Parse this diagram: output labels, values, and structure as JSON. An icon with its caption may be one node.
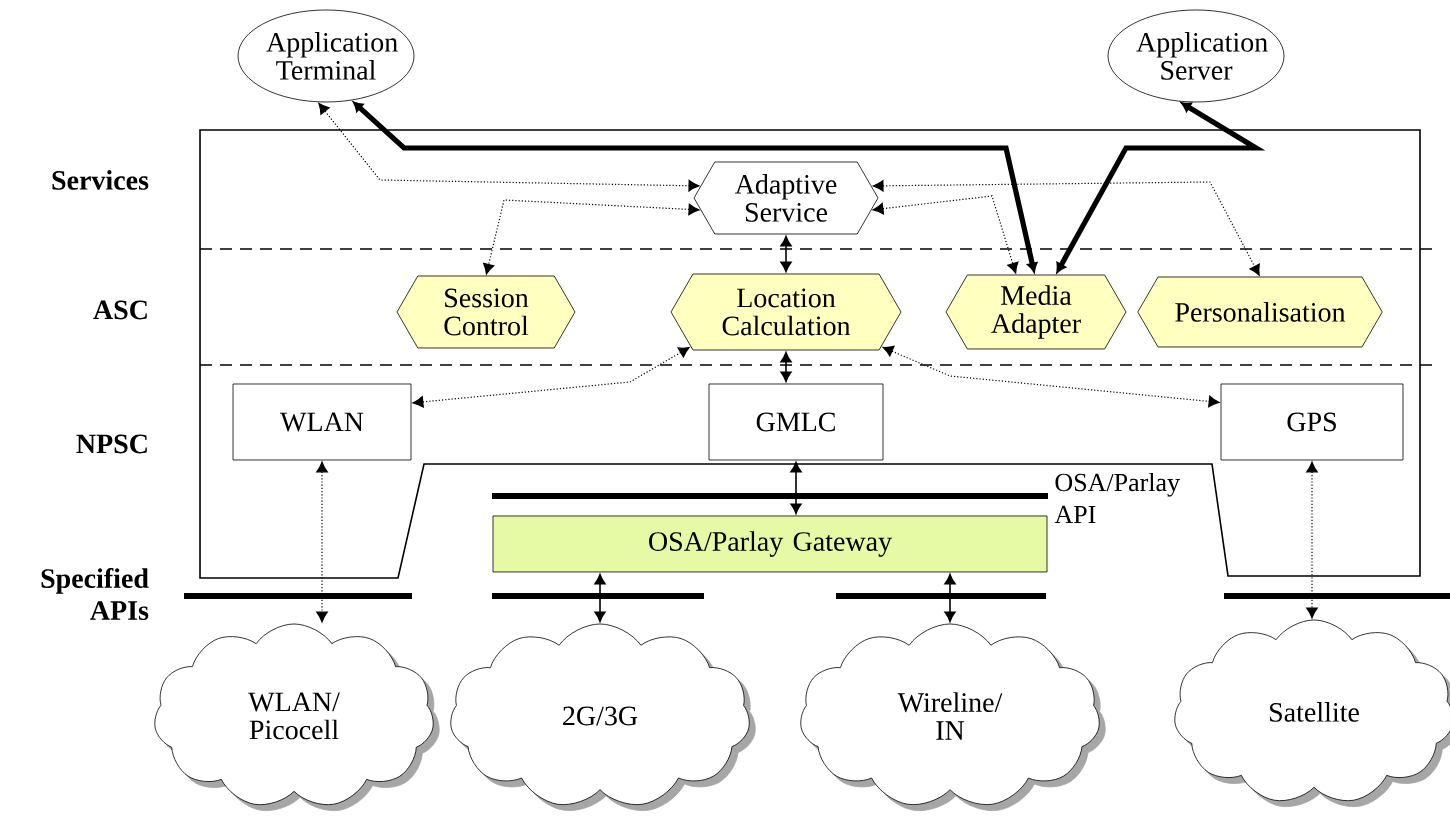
{
  "diagram": {
    "nodes": [
      {
        "text": [
          "Application Terminal"
        ]
      },
      {
        "text": [
          "Application Server"
        ]
      },
      {
        "text": [
          "Adaptive Service"
        ]
      },
      {
        "text": [
          "Session Control"
        ]
      },
      {
        "text": [
          "Location Calculation"
        ]
      },
      {
        "text": [
          "Media Adapter"
        ]
      },
      {
        "text": [
          "Personalisation"
        ]
      },
      {
        "text": [
          "WLAN"
        ]
      },
      {
        "text": [
          "GMLC"
        ]
      },
      {
        "text": [
          "GPS"
        ]
      },
      {
        "text": [
          "OSA/Parlay Gateway"
        ]
      },
      {
        "text": [
          "WLAN/ Picocell"
        ]
      },
      {
        "text": [
          "2G/3G"
        ]
      },
      {
        "text": [
          "Wireline/ IN"
        ]
      },
      {
        "text": [
          "Satellite"
        ]
      }
    ],
    "edges": [
      {
        "from": 0,
        "to": 2,
        "arrow": "both",
        "style": "dashed"
      },
      {
        "from": 2,
        "to": 3,
        "arrow": "both",
        "style": "dashed"
      },
      {
        "from": 2,
        "to": 4,
        "arrow": "both"
      },
      {
        "from": 2,
        "to": 5,
        "arrow": "both",
        "style": "dashed"
      },
      {
        "from": 2,
        "to": 6,
        "arrow": "both",
        "style": "dashed"
      },
      {
        "from": 0,
        "to": 5,
        "arrow": "both",
        "style": "thick"
      },
      {
        "from": 5,
        "to": 1,
        "arrow": "both",
        "style": "thick"
      },
      {
        "from": 4,
        "to": 7,
        "arrow": "both",
        "style": "dashed"
      },
      {
        "from": 4,
        "to": 8,
        "arrow": "both"
      },
      {
        "from": 4,
        "to": 9,
        "arrow": "both",
        "style": "dashed"
      },
      {
        "from": 7,
        "to": 11,
        "arrow": "both",
        "style": "dashed"
      },
      {
        "from": 8,
        "to": 10,
        "arrow": "both"
      },
      {
        "from": 10,
        "to": 12,
        "arrow": "both"
      },
      {
        "from": 10,
        "to": 13,
        "arrow": "both"
      },
      {
        "from": 9,
        "to": 14,
        "arrow": "both",
        "style": "dashed"
      }
    ],
    "labels": [
      "Services",
      "ASC",
      "NPSC",
      "Specified APIs",
      "OSA/Parlay API"
    ]
  }
}
